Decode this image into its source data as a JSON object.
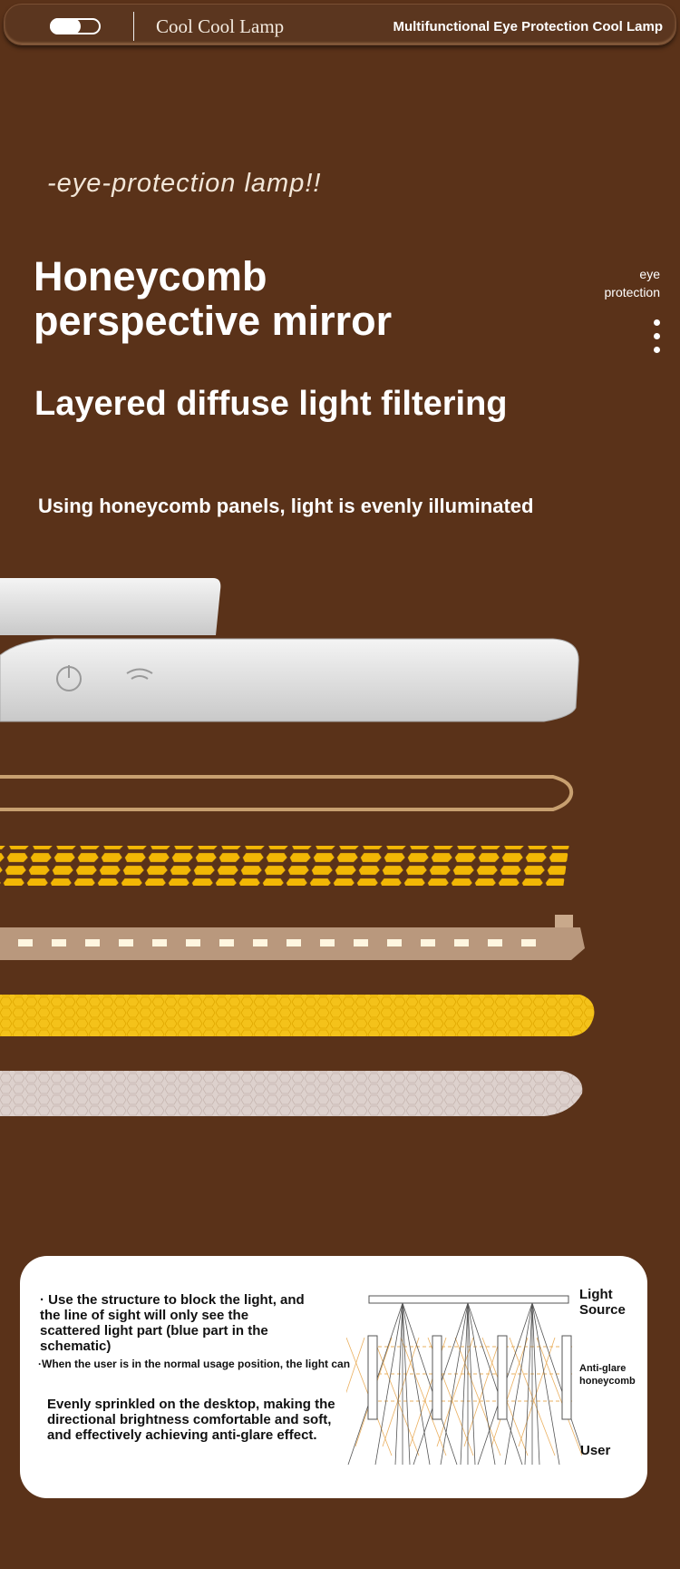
{
  "header": {
    "brand": "Cool Cool Lamp",
    "tagline": "Multifunctional Eye Protection Cool Lamp"
  },
  "hero": {
    "subtitle": "-eye-protection lamp!!",
    "title_line1": "Honeycomb",
    "title_line2": "perspective mirror",
    "heading2": "Layered diffuse light filtering",
    "heading3": "Using honeycomb panels, light is evenly illuminated"
  },
  "side_nav": {
    "label_line1": "eye",
    "label_line2": "protection"
  },
  "info_card": {
    "bullet1": "· Use the structure to block the light, and the line of sight will only see the scattered light part (blue part in the schematic)",
    "bullet2": "·When the user is in the normal usage position, the light can",
    "paragraph": "Evenly sprinkled on the desktop, making the directional brightness comfortable and soft, and effectively achieving anti-glare effect.",
    "diagram": {
      "light_source": [
        "Light",
        "Source"
      ],
      "anti_glare": [
        "Anti-glare",
        "honeycomb"
      ],
      "user": "User"
    }
  },
  "colors": {
    "background": "#5a3219",
    "honeycomb": "#f2b705",
    "card": "#ffffff"
  }
}
